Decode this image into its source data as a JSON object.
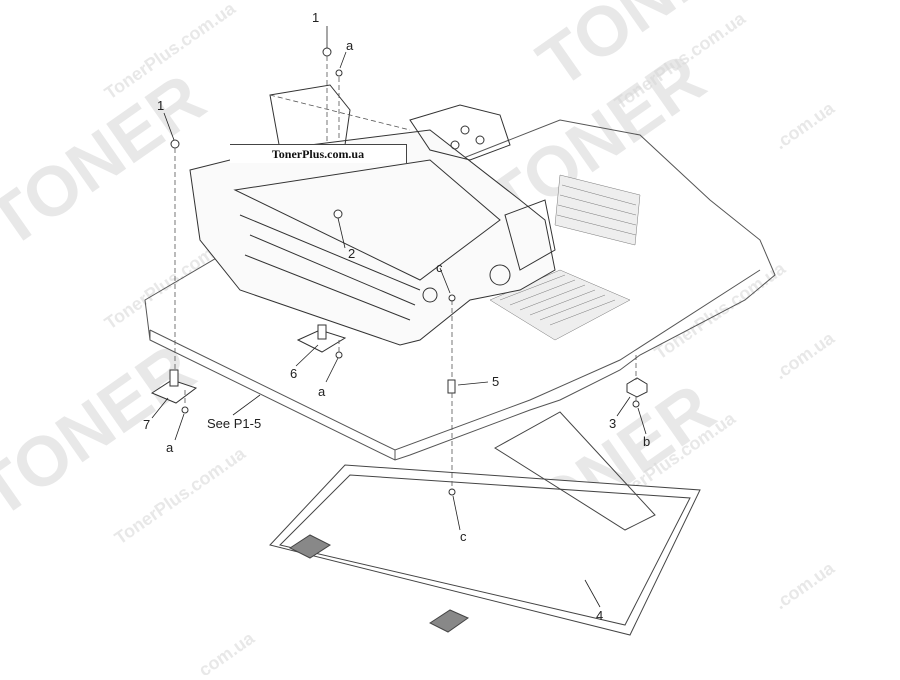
{
  "banner": "TonerPlus.com.ua",
  "watermark": {
    "big": "TONER",
    "site": "TonerPlus.com.ua",
    "domain": ".com.ua"
  },
  "callouts": {
    "p1_top": "1",
    "p1_left": "1",
    "p2": "2",
    "p3": "3",
    "p4": "4",
    "p5": "5",
    "p6": "6",
    "p7": "7",
    "a_top": "a",
    "a_mid": "a",
    "a_bottom": "a",
    "b": "b",
    "c_top": "c",
    "c_bottom": "c",
    "see_ref": "See P1-5"
  }
}
